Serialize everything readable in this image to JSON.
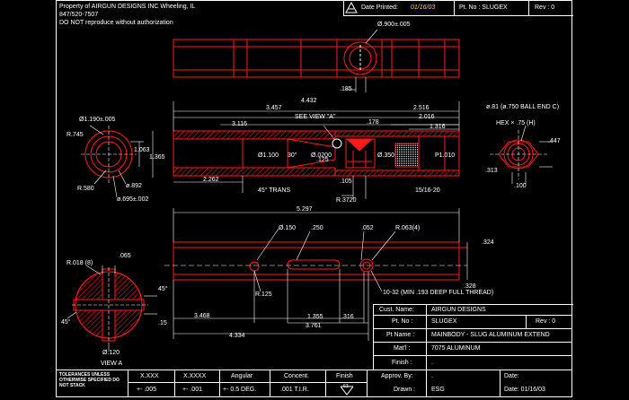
{
  "header": {
    "property_line": "Property of AIRGUN DESIGNS INC Wheeling, IL",
    "phone": "847/520-7507",
    "warning": "DO NOT reproduce without authorization",
    "date_label": "Date Printed:",
    "date_value": "01/16/03",
    "pt_no_label": "Pt. No : SLUGEX",
    "rev_label": "Rev : 0",
    "logo_text": "A"
  },
  "dimensions": {
    "top_dia": "Ø.900±.005",
    "top_len": ".185",
    "overall_4": "4.432",
    "overall_3": "3.457",
    "d_3116": "3.116",
    "d_2516": "2.516",
    "d_2016": "2.016",
    "d_1316": "1.316",
    "see_view": "SEE VIEW \"A\"",
    "d_178": ".178",
    "d_125": ".125",
    "d_2262": "2.262",
    "d_1100": "Ø1.100",
    "d_30": "30°",
    "d_0200": "Ø.0200",
    "d_0350": "Ø.350",
    "d_p010": "P1.010",
    "trans": "45° TRANS",
    "d_r3720": "R.3720",
    "d_thread": "15/16-20",
    "d_105": ".105",
    "d_1190": "Ø1.190±.005",
    "d_r745": "R.745",
    "d_1063": "1.063",
    "d_1365": "1.365",
    "d_r580": "R.580",
    "d_892": "ø.892",
    "d_695": "ø.695±.002",
    "d_ball": "ø.81 (ø.750 BALL END C)",
    "d_hex": "HEX × .75 (H)",
    "d_447": ".447",
    "d_313": ".313",
    "d_100": ".100",
    "b_5297": "5.297",
    "b_250": ".250",
    "b_052": ".052",
    "b_r063": "R.063(4)",
    "b_324": ".324",
    "b_150": "Ø.150",
    "b_r125": "R.125",
    "b_tap": "10-32 (MIN .193 DEEP FULL THREAD)",
    "b_328": ".328",
    "b_3468": "3.468",
    "b_1355": "1.355",
    "b_316": ".316",
    "b_3761": "3.761",
    "b_4334": "4.334",
    "v_065": ".065",
    "v_r018": "R.018 (8)",
    "v_45a": "45°",
    "v_45b": "45°",
    "v_15": ".15",
    "v_120": "Ø.120",
    "v_label": "VIEW A"
  },
  "title_block": {
    "cust_label": "Cust. Name:",
    "cust_value": "AIRGUN DESIGNS",
    "pt_label": "Pt. No :",
    "pt_value": "SLUGEX",
    "rev_label": "Rev : 0",
    "ptname_label": "Pt Name :",
    "ptname_value": "MAINBODY - SLUG ALUMINUM EXTEND",
    "matl_label": "Mat'l :",
    "matl_value": "7075 ALUMINUM",
    "finish_label": "Finish :",
    "finish_value": ".",
    "approv_label": "Approv. By:",
    "approv_value": ".",
    "date_label": "Date:",
    "date_value": "",
    "drawn_label": "Drawn :",
    "drawn_value": "ESG",
    "date2_value": "Date: 01/16/03"
  },
  "tolerance": {
    "label": "TOLERANCES UNLESS OTHERWISE SPECIFIED DO NOT STACK",
    "headers": [
      "X.XXX",
      "X.XXXX",
      "Angular",
      "Concent.",
      "Finish"
    ],
    "values": [
      "+- .005",
      "+- .001",
      "+- 0.5 DEG.",
      ".001 T.I.R.",
      "63"
    ]
  },
  "colors": {
    "part_line": "#ff1a1a",
    "dimension": "#ffffff",
    "background": "#000000",
    "date_accent": "#f5d23a"
  }
}
